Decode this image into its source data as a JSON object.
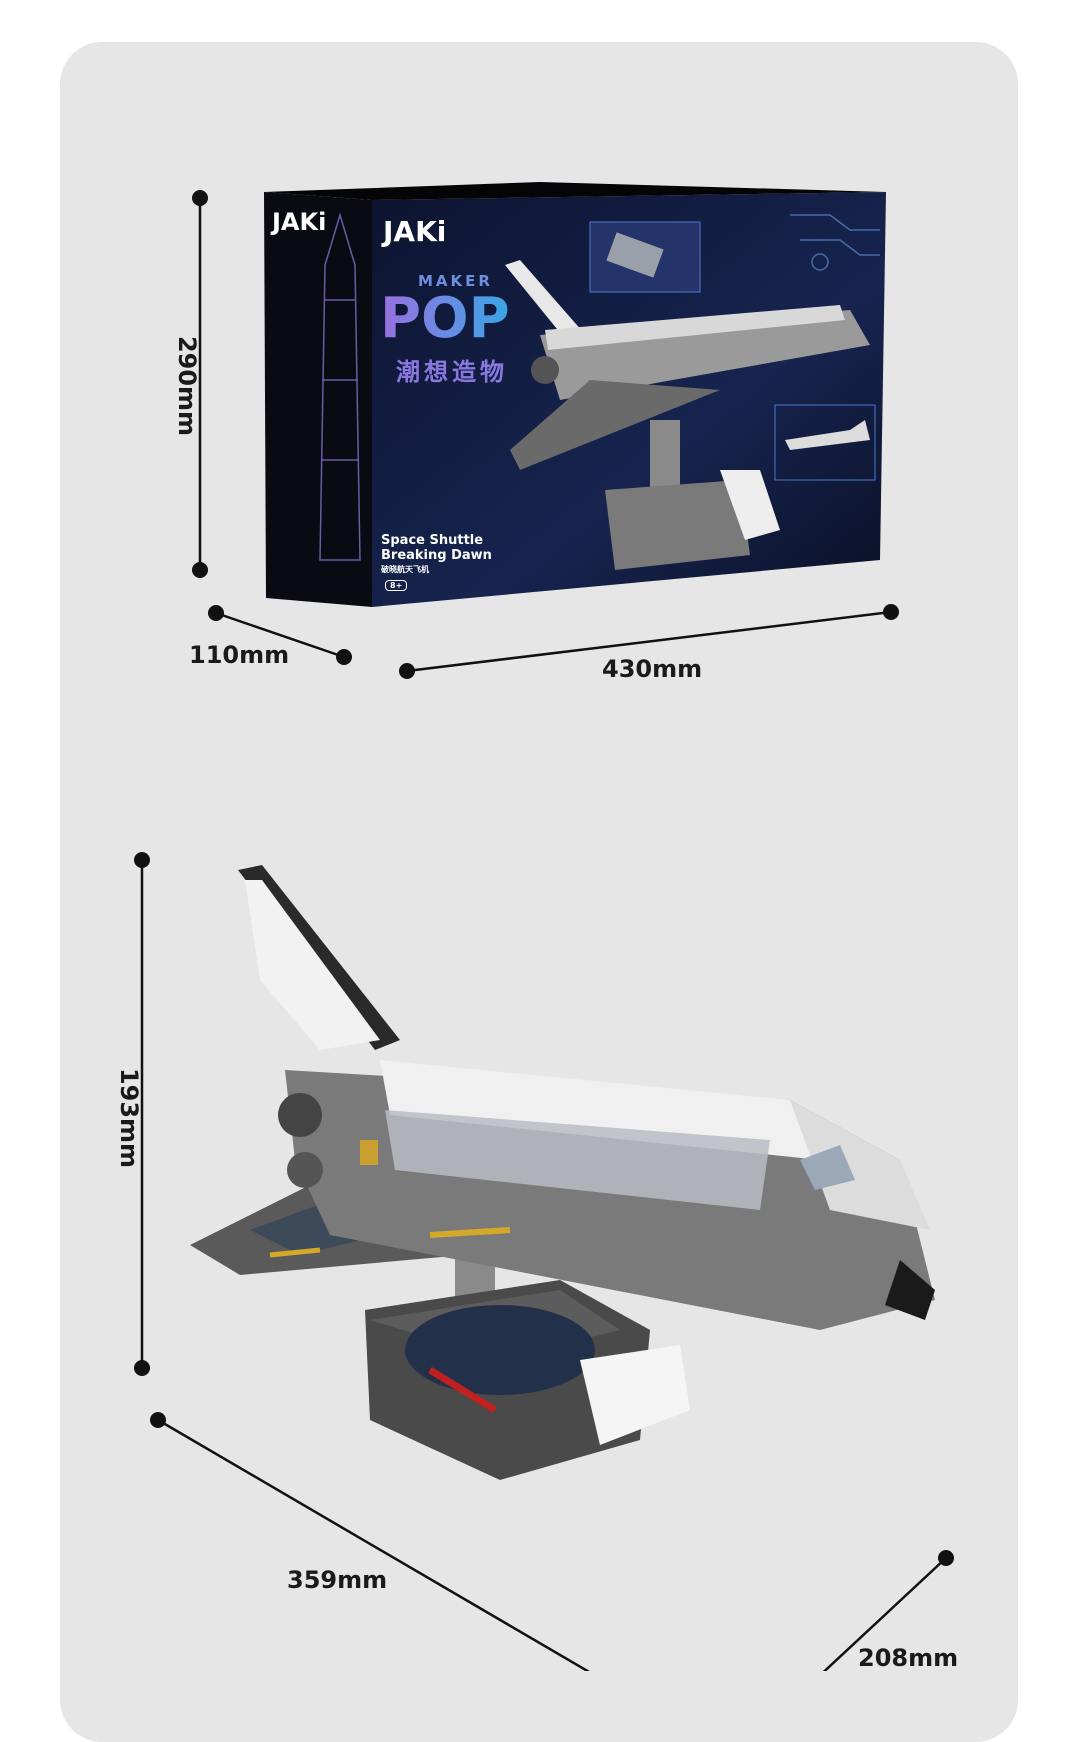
{
  "dimensions": {
    "box_height": "290mm",
    "box_depth": "110mm",
    "box_width": "430mm",
    "model_height": "193mm",
    "model_length": "359mm",
    "model_width": "208mm"
  },
  "package": {
    "brand": "JAKi",
    "side_brand": "JAKi",
    "series_small": "MAKER",
    "series_big": "POP",
    "series_chinese": "潮想造物",
    "product_name_line1": "Space Shuttle",
    "product_name_line2": "Breaking Dawn",
    "product_name_chinese": "破晓航天飞机",
    "age": "8+"
  },
  "colors": {
    "panel": "#e6e6e6",
    "box_front": "#111a3a",
    "box_side": "#0b0b14",
    "pop_gradient_start": "#8a6ee0",
    "pop_gradient_end": "#3aa6e6"
  }
}
